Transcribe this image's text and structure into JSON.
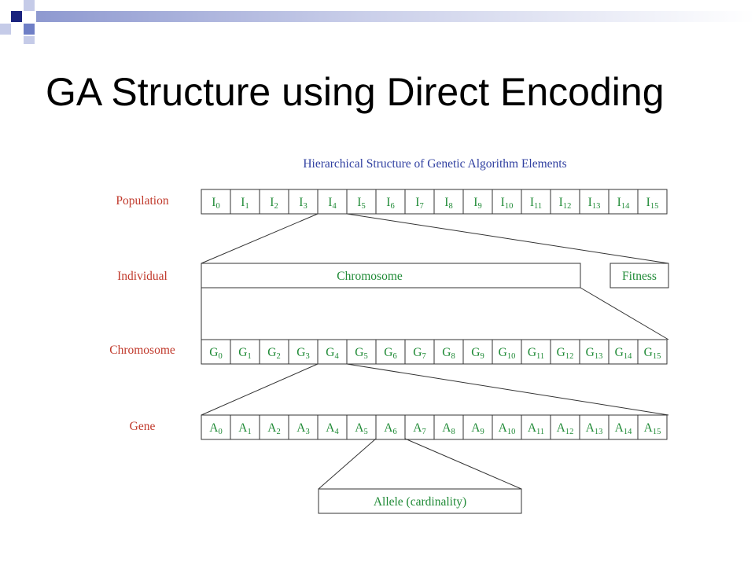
{
  "slide": {
    "title": "GA Structure using Direct Encoding"
  },
  "diagram": {
    "heading": "Hierarchical Structure of Genetic Algorithm Elements",
    "levels": {
      "population": "Population",
      "individual": "Individual",
      "chromosome": "Chromosome",
      "gene": "Gene"
    },
    "population_cells": [
      {
        "base": "I",
        "sub": "0"
      },
      {
        "base": "I",
        "sub": "1"
      },
      {
        "base": "I",
        "sub": "2"
      },
      {
        "base": "I",
        "sub": "3"
      },
      {
        "base": "I",
        "sub": "4"
      },
      {
        "base": "I",
        "sub": "5"
      },
      {
        "base": "I",
        "sub": "6"
      },
      {
        "base": "I",
        "sub": "7"
      },
      {
        "base": "I",
        "sub": "8"
      },
      {
        "base": "I",
        "sub": "9"
      },
      {
        "base": "I",
        "sub": "10"
      },
      {
        "base": "I",
        "sub": "11"
      },
      {
        "base": "I",
        "sub": "12"
      },
      {
        "base": "I",
        "sub": "13"
      },
      {
        "base": "I",
        "sub": "14"
      },
      {
        "base": "I",
        "sub": "15"
      }
    ],
    "individual": {
      "chromosome_label": "Chromosome",
      "fitness_label": "Fitness"
    },
    "chromosome_cells": [
      {
        "base": "G",
        "sub": "0"
      },
      {
        "base": "G",
        "sub": "1"
      },
      {
        "base": "G",
        "sub": "2"
      },
      {
        "base": "G",
        "sub": "3"
      },
      {
        "base": "G",
        "sub": "4"
      },
      {
        "base": "G",
        "sub": "5"
      },
      {
        "base": "G",
        "sub": "6"
      },
      {
        "base": "G",
        "sub": "7"
      },
      {
        "base": "G",
        "sub": "8"
      },
      {
        "base": "G",
        "sub": "9"
      },
      {
        "base": "G",
        "sub": "10"
      },
      {
        "base": "G",
        "sub": "11"
      },
      {
        "base": "G",
        "sub": "12"
      },
      {
        "base": "G",
        "sub": "13"
      },
      {
        "base": "G",
        "sub": "14"
      },
      {
        "base": "G",
        "sub": "15"
      }
    ],
    "gene_cells": [
      {
        "base": "A",
        "sub": "0"
      },
      {
        "base": "A",
        "sub": "1"
      },
      {
        "base": "A",
        "sub": "2"
      },
      {
        "base": "A",
        "sub": "3"
      },
      {
        "base": "A",
        "sub": "4"
      },
      {
        "base": "A",
        "sub": "5"
      },
      {
        "base": "A",
        "sub": "6"
      },
      {
        "base": "A",
        "sub": "7"
      },
      {
        "base": "A",
        "sub": "8"
      },
      {
        "base": "A",
        "sub": "9"
      },
      {
        "base": "A",
        "sub": "10"
      },
      {
        "base": "A",
        "sub": "11"
      },
      {
        "base": "A",
        "sub": "12"
      },
      {
        "base": "A",
        "sub": "13"
      },
      {
        "base": "A",
        "sub": "14"
      },
      {
        "base": "A",
        "sub": "15"
      }
    ],
    "allele_label": "Allele (cardinality)"
  },
  "colors": {
    "heading": "#2f3fa0",
    "level_labels": "#c0392b",
    "cell_text": "#1f8a36",
    "deco_navy": "#1a237e",
    "deco_blue": "#6f7fc6",
    "deco_light": "#c5cbe8",
    "deco_bar_start": "#8e99d0",
    "deco_bar_end": "#ffffff"
  }
}
